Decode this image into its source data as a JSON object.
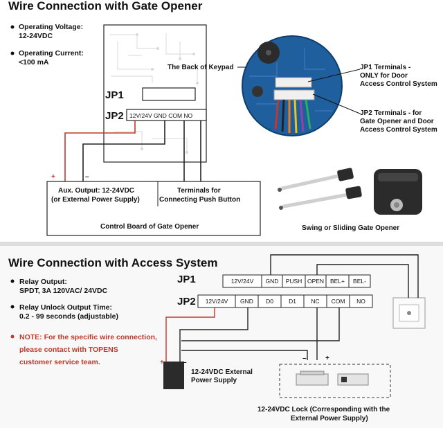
{
  "top_section": {
    "title": "Wire Connection with Gate Opener",
    "operating_voltage_label": "Operating Voltage:",
    "operating_voltage_value": "12-24VDC",
    "operating_current_label": "Operating Current:",
    "operating_current_value": "<100 mA",
    "keypad_back_label": "The Back of Keypad",
    "jp1_label": "JP1",
    "jp2_label": "JP2",
    "jp2_terminals": "12V/24V  GND  COM NO",
    "plus_sign": "+",
    "minus_sign": "–",
    "aux_output_line1": "Aux. Output: 12-24VDC",
    "aux_output_line2": "(or External Power Supply)",
    "push_button_line1": "Terminals for",
    "push_button_line2": "Connecting Push Button",
    "control_board_label": "Control Board of Gate Opener",
    "jp1_callout_line1": "JP1 Terminals -",
    "jp1_callout_line2": "ONLY for Door",
    "jp1_callout_line3": "Access Control System",
    "jp2_callout_line1": "JP2 Terminals - for",
    "jp2_callout_line2": "Gate Opener and Door",
    "jp2_callout_line3": "Access Control System",
    "gate_opener_caption": "Swing or Sliding Gate Opener"
  },
  "bottom_section": {
    "title": "Wire Connection with Access System",
    "relay_output_label": "Relay Output:",
    "relay_output_value": "SPDT, 3A 120VAC/ 24VDC",
    "relay_time_label": "Relay Unlock Output Time:",
    "relay_time_value": "0.2 - 99 seconds (adjustable)",
    "note_line1": "NOTE: For the specific wire connection,",
    "note_line2": "please contact with TOPENS",
    "note_line3": "customer service team.",
    "jp1_label": "JP1",
    "jp2_label": "JP2",
    "jp1_terminals": [
      "12V/24V",
      "GND",
      "PUSH",
      "OPEN",
      "BEL+",
      "BEL-"
    ],
    "jp2_terminals": [
      "12V/24V",
      "GND",
      "D0",
      "D1",
      "NC",
      "COM",
      "NO"
    ],
    "psu_line1": "12-24VDC External",
    "psu_line2": "Power Supply",
    "psu_plus": "+",
    "psu_minus": "–",
    "lock_minus": "–",
    "lock_plus": "+",
    "lock_line1": "12-24VDC Lock (Corresponding with the",
    "lock_line2": "External Power Supply)"
  },
  "colors": {
    "wire_red": "#c0392b",
    "wire_dark": "#222222",
    "section_divider": "#e6e6e6",
    "board_blue": "#1f5f9e"
  }
}
